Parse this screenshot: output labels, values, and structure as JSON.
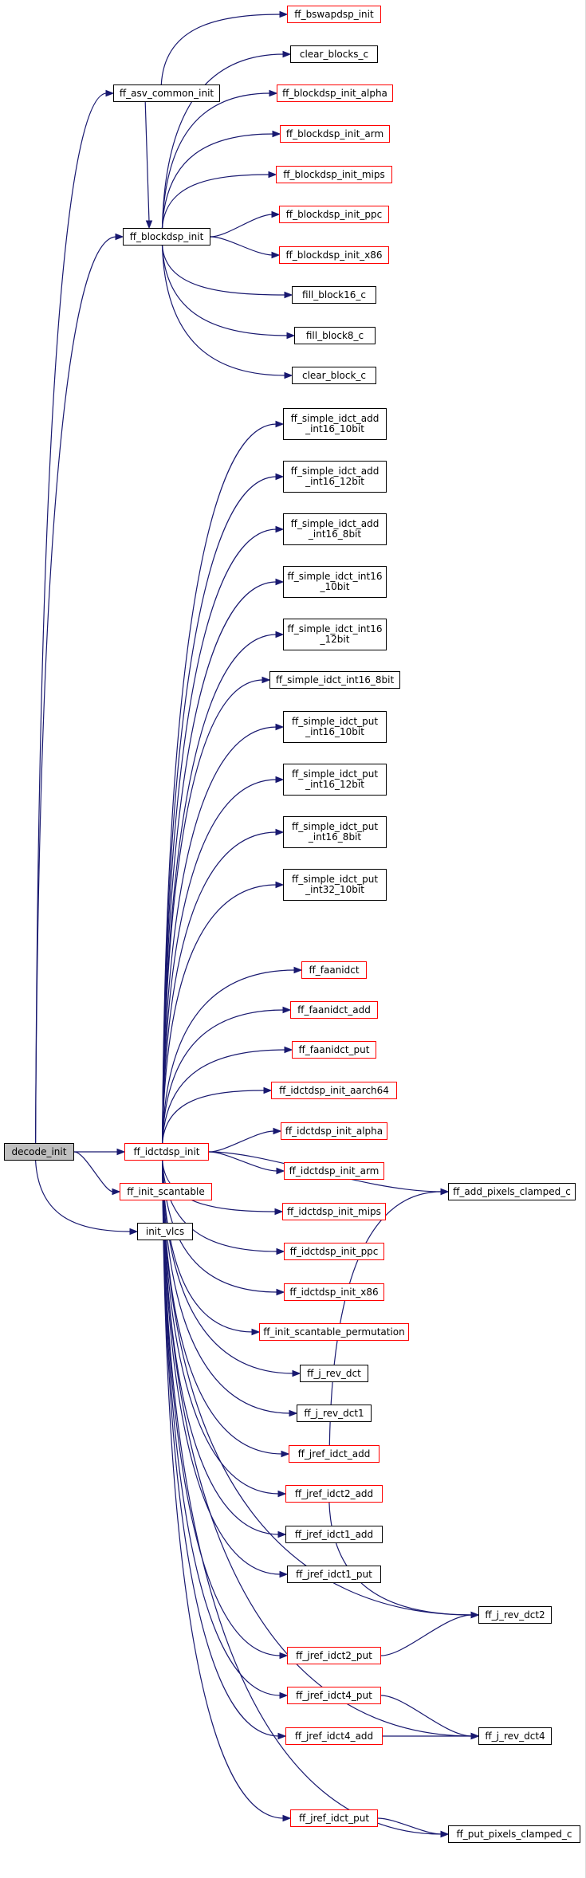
{
  "colors": {
    "edge": "#191970",
    "node_border": "#000000",
    "node_border_truncated": "#ff0000",
    "root_fill": "#bfbfbf"
  },
  "nodes": {
    "decode_init": {
      "label": "decode_init",
      "red": false,
      "root": true
    },
    "ff_asv_common_init": {
      "label": "ff_asv_common_init",
      "red": false
    },
    "ff_blockdsp_init": {
      "label": "ff_blockdsp_init",
      "red": false
    },
    "ff_idctdsp_init": {
      "label": "ff_idctdsp_init",
      "red": true
    },
    "ff_init_scantable": {
      "label": "ff_init_scantable",
      "red": true
    },
    "init_vlcs": {
      "label": "init_vlcs",
      "red": false
    },
    "ff_bswapdsp_init": {
      "label": "ff_bswapdsp_init",
      "red": true
    },
    "clear_blocks_c": {
      "label": "clear_blocks_c",
      "red": false
    },
    "ff_blockdsp_init_alpha": {
      "label": "ff_blockdsp_init_alpha",
      "red": true
    },
    "ff_blockdsp_init_arm": {
      "label": "ff_blockdsp_init_arm",
      "red": true
    },
    "ff_blockdsp_init_mips": {
      "label": "ff_blockdsp_init_mips",
      "red": true
    },
    "ff_blockdsp_init_ppc": {
      "label": "ff_blockdsp_init_ppc",
      "red": true
    },
    "ff_blockdsp_init_x86": {
      "label": "ff_blockdsp_init_x86",
      "red": true
    },
    "fill_block16_c": {
      "label": "fill_block16_c",
      "red": false
    },
    "fill_block8_c": {
      "label": "fill_block8_c",
      "red": false
    },
    "clear_block_c": {
      "label": "clear_block_c",
      "red": false
    },
    "ff_simple_idct_add_int16_10bit": {
      "label": "ff_simple_idct_add\n_int16_10bit",
      "red": false
    },
    "ff_simple_idct_add_int16_12bit": {
      "label": "ff_simple_idct_add\n_int16_12bit",
      "red": false
    },
    "ff_simple_idct_add_int16_8bit": {
      "label": "ff_simple_idct_add\n_int16_8bit",
      "red": false
    },
    "ff_simple_idct_int16_10bit": {
      "label": "ff_simple_idct_int16\n_10bit",
      "red": false
    },
    "ff_simple_idct_int16_12bit": {
      "label": "ff_simple_idct_int16\n_12bit",
      "red": false
    },
    "ff_simple_idct_int16_8bit": {
      "label": "ff_simple_idct_int16_8bit",
      "red": false
    },
    "ff_simple_idct_put_int16_10bit": {
      "label": "ff_simple_idct_put\n_int16_10bit",
      "red": false
    },
    "ff_simple_idct_put_int16_12bit": {
      "label": "ff_simple_idct_put\n_int16_12bit",
      "red": false
    },
    "ff_simple_idct_put_int16_8bit": {
      "label": "ff_simple_idct_put\n_int16_8bit",
      "red": false
    },
    "ff_simple_idct_put_int32_10bit": {
      "label": "ff_simple_idct_put\n_int32_10bit",
      "red": false
    },
    "ff_faanidct": {
      "label": "ff_faanidct",
      "red": true
    },
    "ff_faanidct_add": {
      "label": "ff_faanidct_add",
      "red": true
    },
    "ff_faanidct_put": {
      "label": "ff_faanidct_put",
      "red": true
    },
    "ff_idctdsp_init_aarch64": {
      "label": "ff_idctdsp_init_aarch64",
      "red": true
    },
    "ff_idctdsp_init_alpha": {
      "label": "ff_idctdsp_init_alpha",
      "red": true
    },
    "ff_idctdsp_init_arm": {
      "label": "ff_idctdsp_init_arm",
      "red": true
    },
    "ff_idctdsp_init_mips": {
      "label": "ff_idctdsp_init_mips",
      "red": true
    },
    "ff_idctdsp_init_ppc": {
      "label": "ff_idctdsp_init_ppc",
      "red": true
    },
    "ff_idctdsp_init_x86": {
      "label": "ff_idctdsp_init_x86",
      "red": true
    },
    "ff_init_scantable_permutation": {
      "label": "ff_init_scantable_permutation",
      "red": true
    },
    "ff_j_rev_dct": {
      "label": "ff_j_rev_dct",
      "red": false
    },
    "ff_j_rev_dct1": {
      "label": "ff_j_rev_dct1",
      "red": false
    },
    "ff_jref_idct_add": {
      "label": "ff_jref_idct_add",
      "red": true
    },
    "ff_jref_idct2_add": {
      "label": "ff_jref_idct2_add",
      "red": true
    },
    "ff_jref_idct1_add": {
      "label": "ff_jref_idct1_add",
      "red": false
    },
    "ff_jref_idct1_put": {
      "label": "ff_jref_idct1_put",
      "red": false
    },
    "ff_jref_idct2_put": {
      "label": "ff_jref_idct2_put",
      "red": true
    },
    "ff_jref_idct4_put": {
      "label": "ff_jref_idct4_put",
      "red": true
    },
    "ff_jref_idct4_add": {
      "label": "ff_jref_idct4_add",
      "red": true
    },
    "ff_jref_idct_put": {
      "label": "ff_jref_idct_put",
      "red": true
    },
    "ff_add_pixels_clamped_c": {
      "label": "ff_add_pixels_clamped_c",
      "red": false
    },
    "ff_j_rev_dct2": {
      "label": "ff_j_rev_dct2",
      "red": false
    },
    "ff_j_rev_dct4": {
      "label": "ff_j_rev_dct4",
      "red": false
    },
    "ff_put_pixels_clamped_c": {
      "label": "ff_put_pixels_clamped_c",
      "red": false
    }
  },
  "edges": [
    [
      "decode_init",
      "ff_asv_common_init"
    ],
    [
      "decode_init",
      "ff_blockdsp_init"
    ],
    [
      "decode_init",
      "ff_idctdsp_init"
    ],
    [
      "decode_init",
      "ff_init_scantable"
    ],
    [
      "decode_init",
      "init_vlcs"
    ],
    [
      "ff_asv_common_init",
      "ff_bswapdsp_init"
    ],
    [
      "ff_asv_common_init",
      "ff_blockdsp_init"
    ],
    [
      "ff_blockdsp_init",
      "clear_blocks_c"
    ],
    [
      "ff_blockdsp_init",
      "ff_blockdsp_init_alpha"
    ],
    [
      "ff_blockdsp_init",
      "ff_blockdsp_init_arm"
    ],
    [
      "ff_blockdsp_init",
      "ff_blockdsp_init_mips"
    ],
    [
      "ff_blockdsp_init",
      "ff_blockdsp_init_ppc"
    ],
    [
      "ff_blockdsp_init",
      "ff_blockdsp_init_x86"
    ],
    [
      "ff_blockdsp_init",
      "fill_block16_c"
    ],
    [
      "ff_blockdsp_init",
      "fill_block8_c"
    ],
    [
      "ff_blockdsp_init",
      "clear_block_c"
    ],
    [
      "ff_idctdsp_init",
      "ff_simple_idct_add_int16_10bit"
    ],
    [
      "ff_idctdsp_init",
      "ff_simple_idct_add_int16_12bit"
    ],
    [
      "ff_idctdsp_init",
      "ff_simple_idct_add_int16_8bit"
    ],
    [
      "ff_idctdsp_init",
      "ff_simple_idct_int16_10bit"
    ],
    [
      "ff_idctdsp_init",
      "ff_simple_idct_int16_12bit"
    ],
    [
      "ff_idctdsp_init",
      "ff_simple_idct_int16_8bit"
    ],
    [
      "ff_idctdsp_init",
      "ff_simple_idct_put_int16_10bit"
    ],
    [
      "ff_idctdsp_init",
      "ff_simple_idct_put_int16_12bit"
    ],
    [
      "ff_idctdsp_init",
      "ff_simple_idct_put_int16_8bit"
    ],
    [
      "ff_idctdsp_init",
      "ff_simple_idct_put_int32_10bit"
    ],
    [
      "ff_idctdsp_init",
      "ff_add_pixels_clamped_c"
    ],
    [
      "ff_idctdsp_init",
      "ff_faanidct"
    ],
    [
      "ff_idctdsp_init",
      "ff_faanidct_add"
    ],
    [
      "ff_idctdsp_init",
      "ff_faanidct_put"
    ],
    [
      "ff_idctdsp_init",
      "ff_idctdsp_init_aarch64"
    ],
    [
      "ff_idctdsp_init",
      "ff_idctdsp_init_alpha"
    ],
    [
      "ff_idctdsp_init",
      "ff_idctdsp_init_arm"
    ],
    [
      "ff_idctdsp_init",
      "ff_idctdsp_init_mips"
    ],
    [
      "ff_idctdsp_init",
      "ff_idctdsp_init_ppc"
    ],
    [
      "ff_idctdsp_init",
      "ff_idctdsp_init_x86"
    ],
    [
      "ff_idctdsp_init",
      "ff_init_scantable_permutation"
    ],
    [
      "ff_idctdsp_init",
      "ff_j_rev_dct"
    ],
    [
      "ff_idctdsp_init",
      "ff_j_rev_dct1"
    ],
    [
      "ff_idctdsp_init",
      "ff_jref_idct_add"
    ],
    [
      "ff_idctdsp_init",
      "ff_jref_idct2_add"
    ],
    [
      "ff_idctdsp_init",
      "ff_jref_idct1_add"
    ],
    [
      "ff_idctdsp_init",
      "ff_jref_idct1_put"
    ],
    [
      "ff_idctdsp_init",
      "ff_j_rev_dct2"
    ],
    [
      "ff_idctdsp_init",
      "ff_jref_idct2_put"
    ],
    [
      "ff_idctdsp_init",
      "ff_jref_idct4_put"
    ],
    [
      "ff_idctdsp_init",
      "ff_jref_idct4_add"
    ],
    [
      "ff_idctdsp_init",
      "ff_j_rev_dct4"
    ],
    [
      "ff_idctdsp_init",
      "ff_jref_idct_put"
    ],
    [
      "ff_idctdsp_init",
      "ff_put_pixels_clamped_c"
    ],
    [
      "ff_jref_idct_add",
      "ff_add_pixels_clamped_c"
    ],
    [
      "ff_jref_idct2_add",
      "ff_j_rev_dct2"
    ],
    [
      "ff_jref_idct2_put",
      "ff_j_rev_dct2"
    ],
    [
      "ff_jref_idct4_put",
      "ff_j_rev_dct4"
    ],
    [
      "ff_jref_idct4_add",
      "ff_j_rev_dct4"
    ],
    [
      "ff_jref_idct_put",
      "ff_put_pixels_clamped_c"
    ]
  ]
}
